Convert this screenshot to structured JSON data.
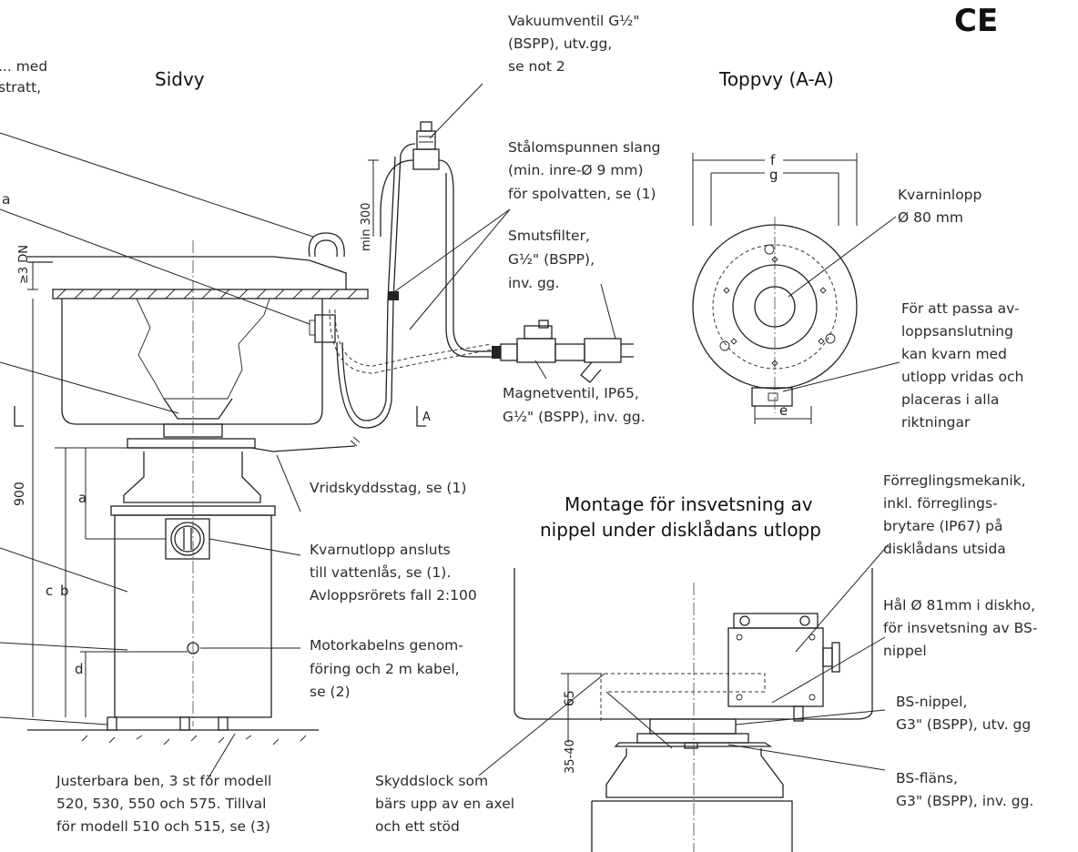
{
  "ce_mark": "CE",
  "headings": {
    "side_view": "Sidvy",
    "top_view": "Toppvy (A-A)",
    "mount": [
      "Montage för insvetsning av",
      "nippel under disklådans utlopp"
    ]
  },
  "labels": {
    "cut_top_left": [
      "... med",
      "stratt,"
    ],
    "cut_left_a": "a",
    "vacuum_valve": [
      "Vakuumventil G½\"",
      "(BSPP), utv.gg,",
      "se not 2"
    ],
    "steel_hose": [
      "Stålomspunnen slang",
      "(min. inre-Ø 9 mm)",
      "för spolvatten, se (1)"
    ],
    "dirt_filter": [
      "Smutsfilter,",
      "G½\" (BSPP),",
      "inv. gg."
    ],
    "solenoid_valve": [
      "Magnetventil, IP65,",
      "G½\"  (BSPP), inv. gg."
    ],
    "torsion_strut": "Vridskyddsstag, se (1)",
    "grinder_outlet": [
      "Kvarnutlopp ansluts",
      "till vattenlås, se (1).",
      "Avloppsrörets fall 2:100"
    ],
    "motor_cable": [
      "Motorkabelns  genom-",
      "föring och 2 m kabel,",
      "se (2)"
    ],
    "adjustable_legs": [
      "Justerbara ben, 3 st för modell",
      "520, 530, 550 och 575. Tillval",
      "för modell 510 och 515, se (3)"
    ],
    "grinder_inlet": [
      "Kvarninlopp",
      "Ø 80 mm"
    ],
    "rotate_note": [
      "För att passa av-",
      "loppsanslutning",
      "kan kvarn med",
      "utlopp vridas och",
      "placeras i alla",
      "riktningar"
    ],
    "interlock": [
      "Förreglingsmekanik,",
      "inkl. förreglings-",
      "brytare (IP67) på",
      "disklådans utsida"
    ],
    "hole": [
      "Hål Ø  81mm i diskho,",
      "för insvetsning av BS-",
      "nippel"
    ],
    "bs_nipple": [
      "BS-nippel,",
      "G3\" (BSPP), utv. gg"
    ],
    "bs_flange": [
      "BS-fläns,",
      "G3\" (BSPP), inv. gg."
    ],
    "protective_lid": [
      "Skyddslock som",
      "bärs upp av en axel",
      "och ett stöd"
    ]
  },
  "dimensions": {
    "min300": "min 300",
    "ge3dn": "≥3 DN",
    "h900": "900",
    "a": "a",
    "b": "b",
    "c": "c",
    "d": "d",
    "e": "e",
    "f": "f",
    "g": "g",
    "section_a": "A",
    "h65": "65",
    "h3540": "35-40"
  }
}
